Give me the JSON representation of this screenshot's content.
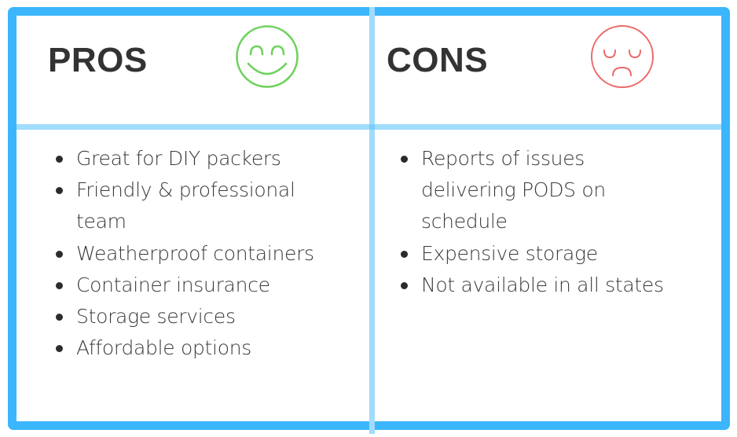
{
  "colors": {
    "frame": "#3bb6fc",
    "divider": "#a0dcfc",
    "title_text": "#333333",
    "body_text": "#3a3a3a",
    "happy_face": "#6fd25e",
    "sad_face": "#ec6a6a"
  },
  "pros": {
    "title": "PROS",
    "icon": "smiley-face-icon",
    "items": [
      "Great for DIY packers",
      "Friendly & professional team",
      "Weatherproof containers",
      "Container insurance",
      "Storage services",
      "Affordable options"
    ]
  },
  "cons": {
    "title": "CONS",
    "icon": "sad-face-icon",
    "items": [
      "Reports of issues delivering PODS on schedule",
      "Expensive storage",
      "Not available in all states"
    ]
  }
}
